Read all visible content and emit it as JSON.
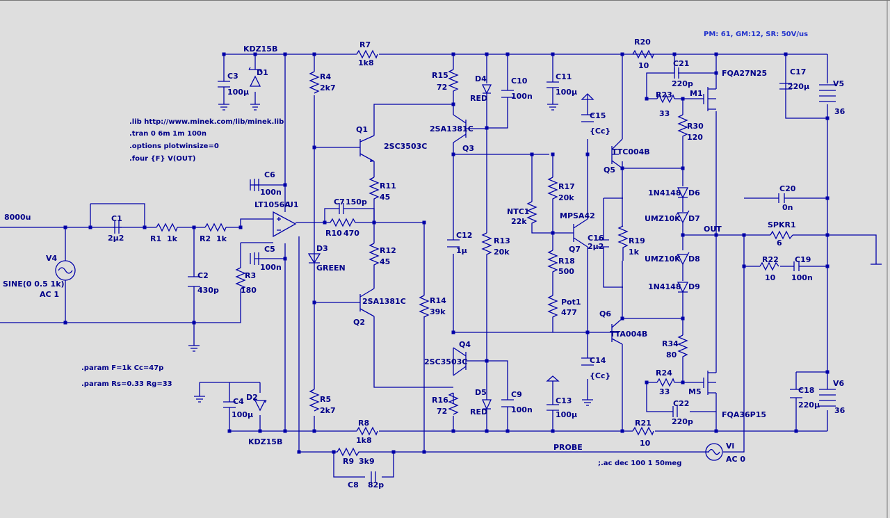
{
  "header_info": "PM: 61, GM:12, SR: 50V/us",
  "directives": [
    ".lib http://www.minek.com/lib/minek.lib",
    ".tran 0 6m 1m 100n",
    ".options plotwinsize=0",
    ".four {F} V(OUT)"
  ],
  "params": [
    ".param F=1k Cc=47p",
    ".param Rs=0.33 Rg=33"
  ],
  "ac_comment": ";.ac dec 100 1 50meg",
  "net_out": "OUT",
  "net_probe": "PROBE",
  "left_cut_value": "8000u",
  "comp": {
    "V4": {
      "name": "V4",
      "value": "SINE(0 0.5 1k)",
      "value2": "AC 1"
    },
    "C1": {
      "name": "C1",
      "value": "2µ2"
    },
    "R1": {
      "name": "R1",
      "value": "1k"
    },
    "R2": {
      "name": "R2",
      "value": "1k"
    },
    "C2": {
      "name": "C2",
      "value": "430p"
    },
    "R3": {
      "name": "R3",
      "value": "180"
    },
    "C3": {
      "name": "C3",
      "value": "100µ"
    },
    "D1": {
      "name": "D1",
      "value": "KDZ15B"
    },
    "C4": {
      "name": "C4",
      "value": "100µ"
    },
    "D2": {
      "name": "D2",
      "value": "KDZ15B"
    },
    "U1": {
      "name": "U1",
      "value": "LT1056A"
    },
    "C6": {
      "name": "C6",
      "value": "100n"
    },
    "C5": {
      "name": "C5",
      "value": "100n"
    },
    "R4": {
      "name": "R4",
      "value": "2k7"
    },
    "R5": {
      "name": "R5",
      "value": "2k7"
    },
    "D3": {
      "name": "D3",
      "value": "GREEN"
    },
    "Q1": {
      "name": "Q1",
      "value": "2SC3503C"
    },
    "Q2": {
      "name": "Q2",
      "value": "2SA1381C"
    },
    "R11": {
      "name": "R11",
      "value": "45"
    },
    "R12": {
      "name": "R12",
      "value": "45"
    },
    "C7": {
      "name": "C7",
      "value": "150p"
    },
    "R10": {
      "name": "R10",
      "value": "470"
    },
    "R14": {
      "name": "R14",
      "value": "39k"
    },
    "R7": {
      "name": "R7",
      "value": "1k8"
    },
    "R8": {
      "name": "R8",
      "value": "1k8"
    },
    "R9": {
      "name": "R9",
      "value": "3k9"
    },
    "C8": {
      "name": "C8",
      "value": "82p"
    },
    "R15": {
      "name": "R15",
      "value": "72"
    },
    "R16": {
      "name": "R16",
      "value": "72"
    },
    "Q3": {
      "name": "Q3",
      "value": "2SA1381C"
    },
    "Q4": {
      "name": "Q4",
      "value": "2SC3503C"
    },
    "C12": {
      "name": "C12",
      "value": "1µ"
    },
    "D4": {
      "name": "D4",
      "value": "RED"
    },
    "D5": {
      "name": "D5",
      "value": "RED"
    },
    "C10": {
      "name": "C10",
      "value": "100n"
    },
    "C9": {
      "name": "C9",
      "value": "100n"
    },
    "R13": {
      "name": "R13",
      "value": "20k"
    },
    "C11": {
      "name": "C11",
      "value": "100µ"
    },
    "C13": {
      "name": "C13",
      "value": "100µ"
    },
    "NTC1": {
      "name": "NTC1",
      "value": "22k"
    },
    "R17": {
      "name": "R17",
      "value": "20k"
    },
    "R18": {
      "name": "R18",
      "value": "500"
    },
    "Pot1": {
      "name": "Pot1",
      "value": "477"
    },
    "Q7": {
      "name": "Q7",
      "value": "MPSA42"
    },
    "C15": {
      "name": "C15",
      "value": "{Cc}"
    },
    "C14": {
      "name": "C14",
      "value": "{Cc}"
    },
    "C16": {
      "name": "C16",
      "value": "2µ2"
    },
    "R19": {
      "name": "R19",
      "value": "1k"
    },
    "Q5": {
      "name": "Q5",
      "value": "TTC004B"
    },
    "Q6": {
      "name": "Q6",
      "value": "TTA004B"
    },
    "R20": {
      "name": "R20",
      "value": "10"
    },
    "R21": {
      "name": "R21",
      "value": "10"
    },
    "C21": {
      "name": "C21",
      "value": "220p"
    },
    "C22": {
      "name": "C22",
      "value": "220p"
    },
    "R23": {
      "name": "R23",
      "value": "33"
    },
    "R24": {
      "name": "R24",
      "value": "33"
    },
    "M1": {
      "name": "M1",
      "value": "FQA27N25"
    },
    "M5": {
      "name": "M5",
      "value": "FQA36P15"
    },
    "R30": {
      "name": "R30",
      "value": "120"
    },
    "R34": {
      "name": "R34",
      "value": "80"
    },
    "D6": {
      "name": "D6",
      "value": "1N4148"
    },
    "D7": {
      "name": "D7",
      "value": "UMZ10K"
    },
    "D8": {
      "name": "D8",
      "value": "UMZ10K"
    },
    "D9": {
      "name": "D9",
      "value": "1N4148"
    },
    "C17": {
      "name": "C17",
      "value": "220µ"
    },
    "C18": {
      "name": "C18",
      "value": "220µ"
    },
    "V5": {
      "name": "V5",
      "value": "36"
    },
    "V6": {
      "name": "V6",
      "value": "36"
    },
    "C20": {
      "name": "C20",
      "value": "0n"
    },
    "SPKR1": {
      "name": "SPKR1",
      "value": "6"
    },
    "R22": {
      "name": "R22",
      "value": "10"
    },
    "C19": {
      "name": "C19",
      "value": "100n"
    },
    "Vi": {
      "name": "Vi",
      "value": "AC 0"
    }
  }
}
